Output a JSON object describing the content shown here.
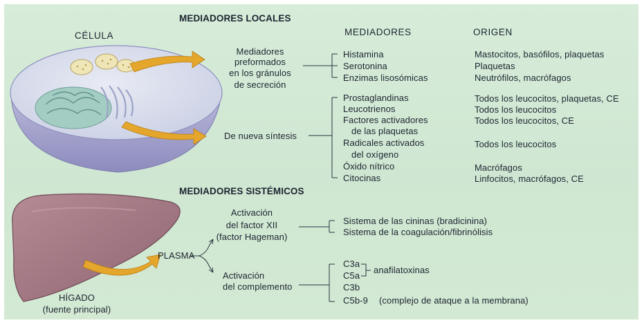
{
  "headings": {
    "local": "MEDIADORES LOCALES",
    "systemic": "MEDIADORES SISTÉMICOS"
  },
  "columns": {
    "mediators": "MEDIADORES",
    "origin": "ORIGEN"
  },
  "cell": {
    "label": "CÉLULA"
  },
  "local_groups": {
    "preformed": [
      "Mediadores",
      "preformados",
      "en los gránulos",
      "de secreción"
    ],
    "new_synthesis": "De nueva síntesis"
  },
  "preformed_items": [
    {
      "mediator": [
        "Histamina"
      ],
      "origin": "Mastocitos, basófilos, plaquetas"
    },
    {
      "mediator": [
        "Serotonina"
      ],
      "origin": "Plaquetas"
    },
    {
      "mediator": [
        "Enzimas lisosómicas"
      ],
      "origin": "Neutrófilos, macrófagos"
    }
  ],
  "synthesis_items": [
    {
      "mediator": [
        "Prostaglandinas"
      ],
      "origin": "Todos los leucocitos, plaquetas, CE"
    },
    {
      "mediator": [
        "Leucotrienos"
      ],
      "origin": "Todos los leucocitos"
    },
    {
      "mediator": [
        "Factores activadores",
        "de las plaquetas"
      ],
      "origin": "Todos los leucocitos, CE"
    },
    {
      "mediator": [
        "Radicales activados",
        "del oxígeno"
      ],
      "origin": "Todos los leucocitos"
    },
    {
      "mediator": [
        "Óxido nítrico"
      ],
      "origin": "Macrófagos"
    },
    {
      "mediator": [
        "Citocinas"
      ],
      "origin": "Linfocitos, macrófagos, CE"
    }
  ],
  "liver": {
    "label": "HÍGADO",
    "sublabel": "(fuente principal)"
  },
  "plasma_label": "PLASMA",
  "systemic_groups": {
    "factor_xii": [
      "Activación",
      "del factor XII",
      "(factor Hageman)"
    ],
    "complement": [
      "Activación",
      "del complemento"
    ]
  },
  "factor_xii_items": [
    "Sistema de las cininas (bradicinina)",
    "Sistema de la coagulación/fibrinólisis"
  ],
  "complement_items": {
    "c3a": "C3a",
    "c5a": "C5a",
    "c3b": "C3b",
    "c5b9": "C5b-9",
    "anaphylatoxins": "anafilatoxinas",
    "mac": "(complejo de ataque a la membrana)"
  },
  "colors": {
    "background": "#d3e9d3",
    "cell_fill": "#dbe0ee",
    "cell_side": "#a9a8cf",
    "nucleus": "#9fc9c0",
    "granule": "#efe6b8",
    "liver": "#a07a84",
    "arrow": "#e5a62c",
    "text": "#1c2430"
  }
}
